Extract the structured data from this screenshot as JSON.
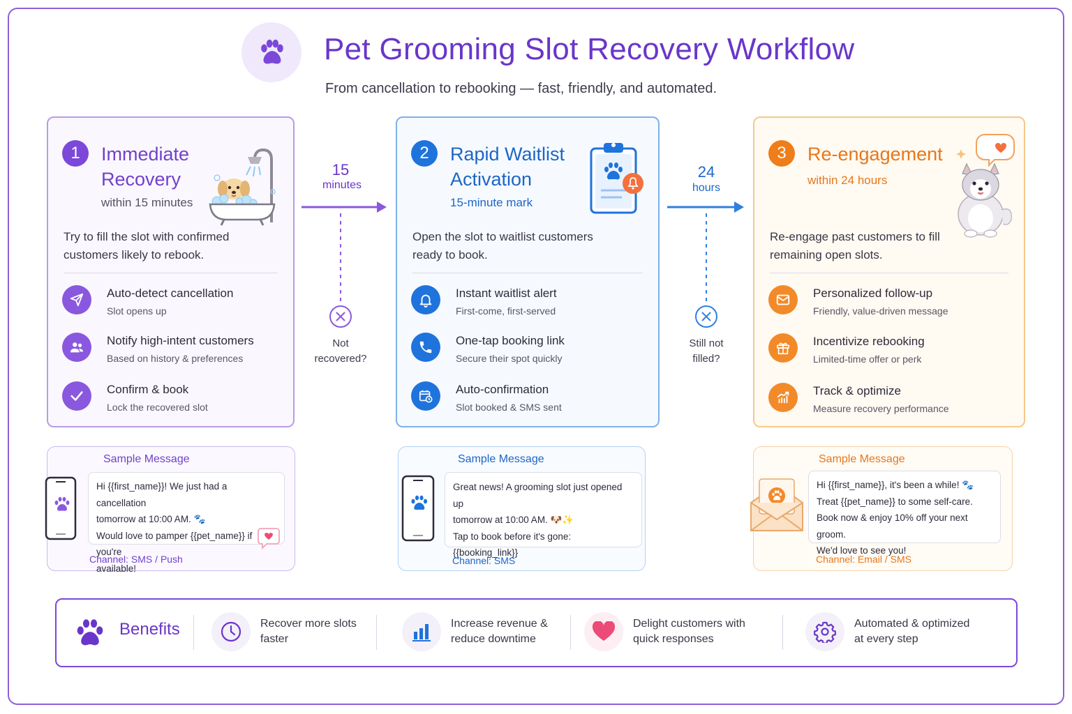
{
  "header": {
    "title": "Pet Grooming Slot Recovery Workflow",
    "subtitle": "From cancellation to rebooking — fast, friendly, and automated.",
    "logo_icon": "paw-icon"
  },
  "colors": {
    "purple": "#7b48d9",
    "blue": "#1f73dc",
    "orange": "#ef7d1a"
  },
  "steps": [
    {
      "number": "1",
      "title": "Immediate Recovery",
      "subtitle": "within 15 minutes",
      "description": "Try to fill the slot with confirmed customers likely to rebook.",
      "illustration": "dog-in-bathtub",
      "items": [
        {
          "icon": "send-icon",
          "title": "Auto-detect cancellation",
          "sub": "Slot opens up"
        },
        {
          "icon": "users-icon",
          "title": "Notify high-intent customers",
          "sub": "Based on history & preferences"
        },
        {
          "icon": "check-icon",
          "title": "Confirm & book",
          "sub": "Lock the recovered slot"
        }
      ]
    },
    {
      "number": "2",
      "title": "Rapid Waitlist Activation",
      "subtitle": "15-minute mark",
      "description": "Open the slot to waitlist customers ready to book.",
      "illustration": "clipboard-with-alert",
      "items": [
        {
          "icon": "bell-icon",
          "title": "Instant waitlist alert",
          "sub": "First-come, first-served"
        },
        {
          "icon": "phone-icon",
          "title": "One-tap booking link",
          "sub": "Secure their spot quickly"
        },
        {
          "icon": "calendar-clock-icon",
          "title": "Auto-confirmation",
          "sub": "Slot booked & SMS sent"
        }
      ]
    },
    {
      "number": "3",
      "title": "Re-engagement",
      "subtitle": "within 24 hours",
      "description": "Re-engage past customers to fill remaining open slots.",
      "illustration": "fluffy-dog-with-heart",
      "items": [
        {
          "icon": "mail-icon",
          "title": "Personalized follow-up",
          "sub": "Friendly, value-driven message"
        },
        {
          "icon": "gift-icon",
          "title": "Incentivize rebooking",
          "sub": "Limited-time offer or perk"
        },
        {
          "icon": "chart-up-icon",
          "title": "Track & optimize",
          "sub": "Measure recovery performance"
        }
      ]
    }
  ],
  "connectors": [
    {
      "value": "15",
      "unit": "minutes",
      "question_line1": "Not",
      "question_line2": "recovered?"
    },
    {
      "value": "24",
      "unit": "hours",
      "question_line1": "Still not",
      "question_line2": "filled?"
    }
  ],
  "samples": [
    {
      "title": "Sample Message",
      "lines": [
        "Hi {{first_name}}! We just had a cancellation",
        "tomorrow at 10:00 AM. 🐾",
        "Would love to pamper {{pet_name}} if you're",
        "available!"
      ],
      "channel": "Channel: SMS / Push"
    },
    {
      "title": "Sample Message",
      "lines": [
        "Great news! A grooming slot just opened up",
        "tomorrow at 10:00 AM. 🐶✨",
        "Tap to book before it's gone:",
        "{{booking_link}}"
      ],
      "channel": "Channel: SMS"
    },
    {
      "title": "Sample Message",
      "lines": [
        "Hi {{first_name}}, it's been a while! 🐾",
        "Treat {{pet_name}} to some self-care.",
        "Book now & enjoy 10% off your next groom.",
        "We'd love to see you!"
      ],
      "channel": "Channel: Email / SMS"
    }
  ],
  "benefits": {
    "label": "Benefits",
    "items": [
      {
        "icon": "clock-icon",
        "line1": "Recover more slots",
        "line2": "faster"
      },
      {
        "icon": "bar-chart-icon",
        "line1": "Increase revenue &",
        "line2": "reduce downtime"
      },
      {
        "icon": "heart-icon",
        "line1": "Delight customers with",
        "line2": "quick responses"
      },
      {
        "icon": "gear-icon",
        "line1": "Automated & optimized",
        "line2": "at every step"
      }
    ]
  }
}
